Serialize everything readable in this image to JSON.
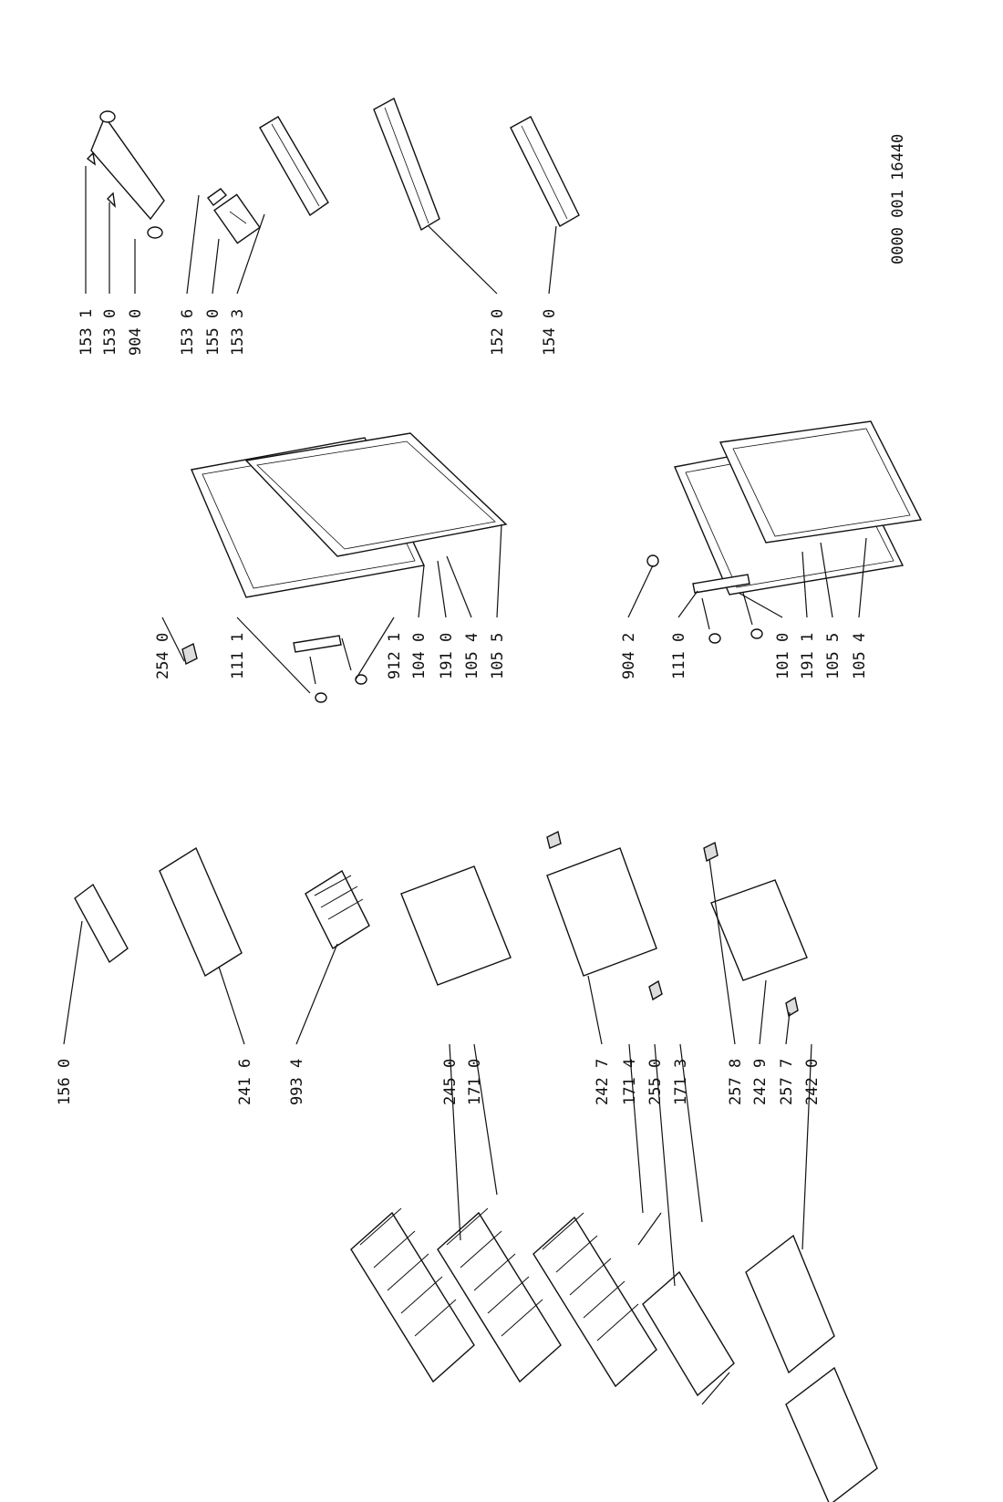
{
  "doc_code": "0000 001 16440",
  "labels": {
    "l1531": "153 1",
    "l1530": "153 0",
    "l9040": "904 0",
    "l1536": "153 6",
    "l1550": "155 0",
    "l1533": "153 3",
    "l1520": "152 0",
    "l1540": "154 0",
    "l2540": "254 0",
    "l1111": "111 1",
    "l9121": "912 1",
    "l1040": "104 0",
    "l1910": "191 0",
    "l1054a": "105 4",
    "l1055a": "105 5",
    "l9042": "904 2",
    "l1110": "111 0",
    "l1010": "101 0",
    "l1911": "191 1",
    "l1055b": "105 5",
    "l1054b": "105 4",
    "l1560": "156 0",
    "l2416": "241 6",
    "l9934": "993 4",
    "l2450": "245 0",
    "l1710": "171 0",
    "l2427": "242 7",
    "l1714": "171 4",
    "l2550": "255 0",
    "l1713": "171 3",
    "l2578": "257 8",
    "l2429": "242 9",
    "l2577": "257 7",
    "l2420": "242 0"
  }
}
